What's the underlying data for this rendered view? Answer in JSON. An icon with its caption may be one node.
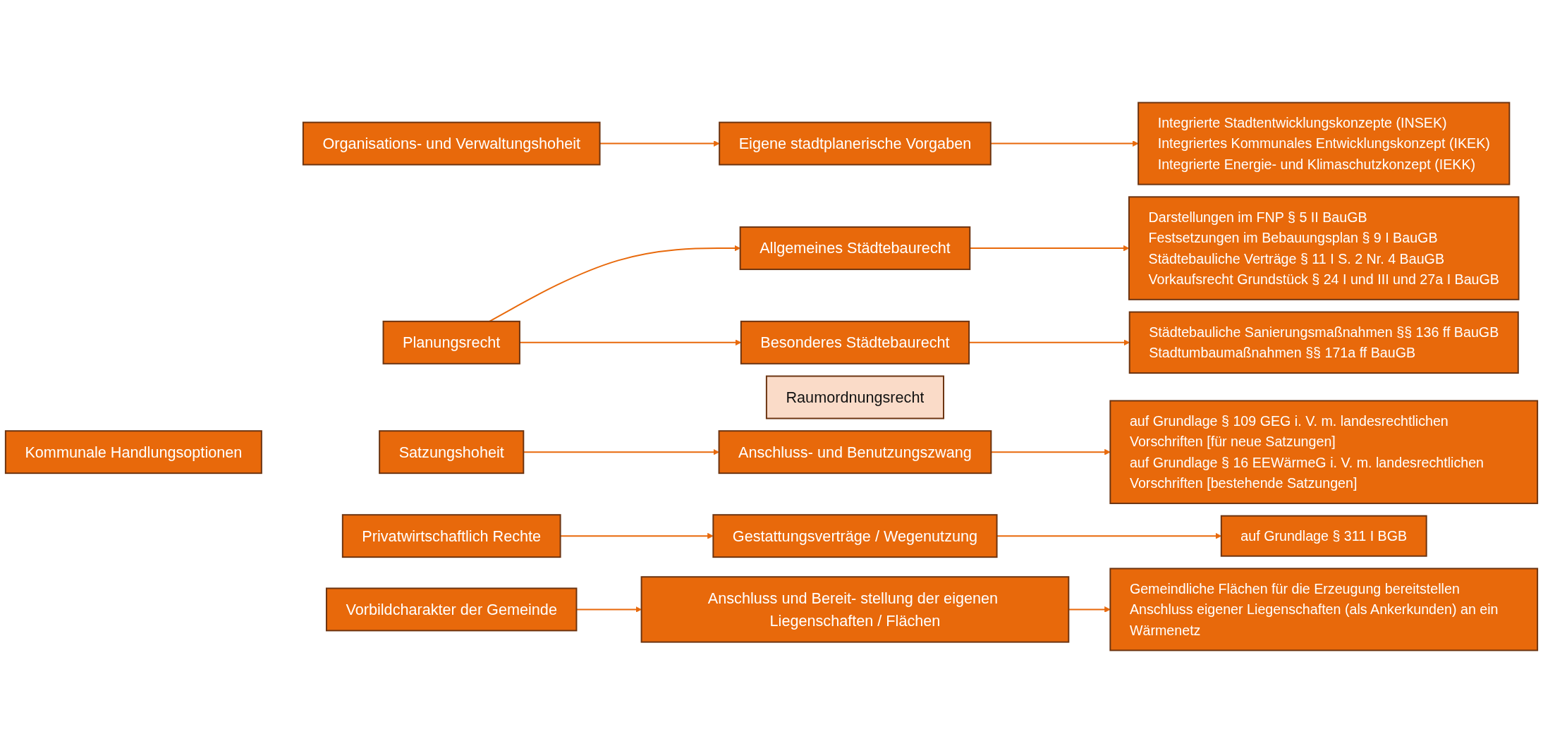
{
  "diagram": {
    "nodes": [
      {
        "text": [
          "Kommunale Handlungsoptionen"
        ]
      },
      {
        "text": [
          "Organisations- und Verwaltungshoheit"
        ]
      },
      {
        "text": [
          "Planungsrecht"
        ]
      },
      {
        "text": [
          "Satzungshoheit"
        ]
      },
      {
        "text": [
          "Privatwirtschaftlich Rechte"
        ]
      },
      {
        "text": [
          "Vorbildcharakter der Gemeinde"
        ]
      },
      {
        "text": [
          "Raumordnungsrecht"
        ]
      },
      {
        "text": [
          "Eigene stadtplanerische Vorgaben"
        ]
      },
      {
        "text": [
          "Allgemeines Städtebaurecht"
        ]
      },
      {
        "text": [
          "Besonderes Städtebaurecht"
        ]
      },
      {
        "text": [
          "Anschluss- und Benutzungszwang"
        ]
      },
      {
        "text": [
          "Gestattungsverträge / Wegenutzung"
        ]
      },
      {
        "text": [
          "Anschluss und Bereit- stellung der eigenen Liegenschaften / Flächen"
        ]
      },
      {
        "text": [
          "Integrierte Stadtentwicklungskonzepte (INSEK)",
          "Integriertes Kommunales Entwicklungskonzept (IKEK)",
          "Integrierte Energie- und Klimaschutzkonzept (IEKK)"
        ]
      },
      {
        "text": [
          "Darstellungen im FNP § 5 II BauGB",
          "Festsetzungen im Bebauungsplan § 9 I BauGB",
          "Städtebauliche Verträge § 11 I S. 2 Nr. 4 BauGB",
          "Vorkaufsrecht Grundstück § 24 I und III und 27a I BauGB"
        ]
      },
      {
        "text": [
          "Städtebauliche Sanierungsmaßnahmen §§ 136 ff BauGB",
          "Stadtumbaumaßnahmen §§ 171a ff BauGB"
        ]
      },
      {
        "text": [
          "auf Grundlage § 109 GEG i. V. m. landesrechtlichen Vorschriften [für neue Satzungen]",
          "auf Grundlage § 16 EEWärmeG i. V. m. landesrechtlichen Vorschriften [bestehende Satzungen]"
        ]
      },
      {
        "text": [
          "auf Grundlage § 311 I BGB"
        ]
      },
      {
        "text": [
          "Gemeindliche Flächen für die Erzeugung bereitstellen",
          "Anschluss eigener Liegenschaften (als Ankerkunden) an ein Wärmenetz"
        ]
      }
    ],
    "edges": [
      {
        "from": 1,
        "to": 7,
        "arrow": "to"
      },
      {
        "from": 2,
        "to": 8,
        "arrow": "to"
      },
      {
        "from": 2,
        "to": 9,
        "arrow": "to"
      },
      {
        "from": 3,
        "to": 10,
        "arrow": "to"
      },
      {
        "from": 4,
        "to": 11,
        "arrow": "to"
      },
      {
        "from": 5,
        "to": 12,
        "arrow": "to"
      },
      {
        "from": 7,
        "to": 13,
        "arrow": "to"
      },
      {
        "from": 8,
        "to": 14,
        "arrow": "to"
      },
      {
        "from": 9,
        "to": 15,
        "arrow": "to"
      },
      {
        "from": 10,
        "to": 16,
        "arrow": "to"
      },
      {
        "from": 11,
        "to": 17,
        "arrow": "to"
      },
      {
        "from": 12,
        "to": 18,
        "arrow": "to"
      }
    ]
  }
}
